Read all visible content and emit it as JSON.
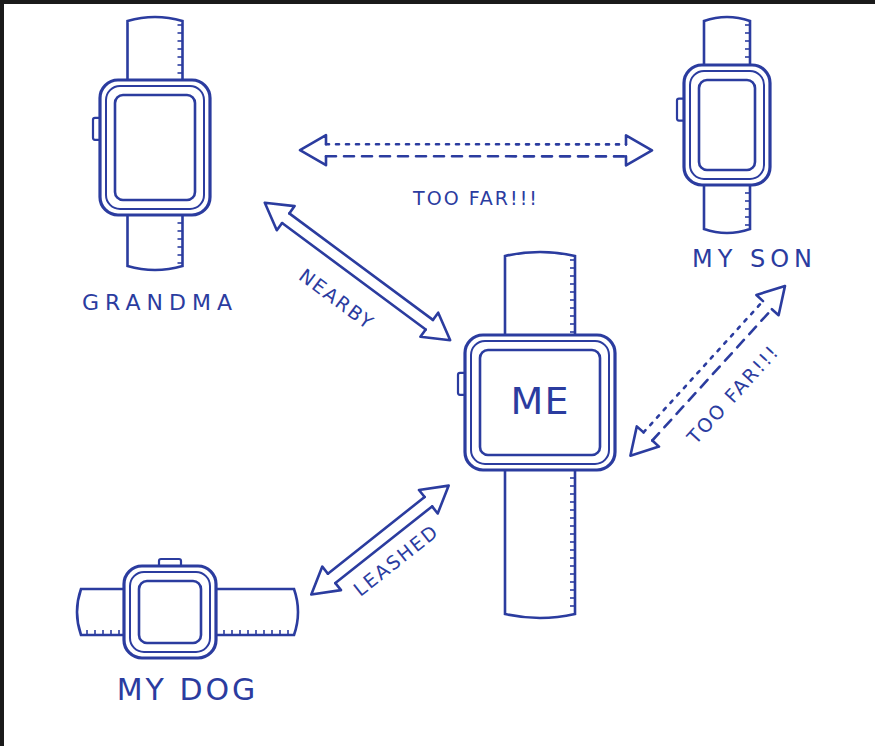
{
  "diagram": {
    "nodes": [
      {
        "text": [
          "GRANDMA"
        ]
      },
      {
        "text": [
          "MY SON"
        ]
      },
      {
        "text": [
          "ME"
        ]
      },
      {
        "text": [
          "MY DOG"
        ]
      }
    ],
    "edges": [
      {
        "from": 0,
        "to": 1,
        "arrow": "both",
        "label": "TOO FAR!!!"
      },
      {
        "from": 0,
        "to": 2,
        "arrow": "both",
        "label": "NEARBY"
      },
      {
        "from": 2,
        "to": 1,
        "arrow": "both",
        "label": "TOO FAR!!!"
      },
      {
        "from": 2,
        "to": 3,
        "arrow": "both",
        "label": "LEASHED"
      }
    ]
  }
}
